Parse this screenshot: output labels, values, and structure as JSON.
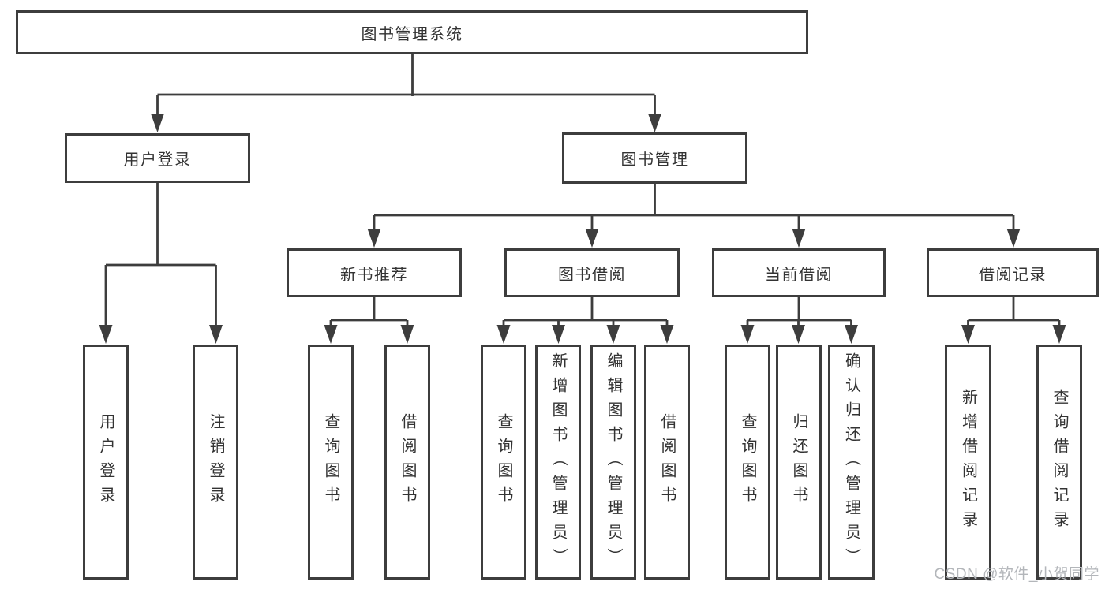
{
  "colors": {
    "line": "#3d3d3d",
    "box-border": "#3d3d3d",
    "text": "#333333",
    "background": "#ffffff",
    "watermark": "#b3b6ba"
  },
  "tree": {
    "root": {
      "label": "图书管理系统"
    },
    "branches": [
      {
        "label": "用户登录",
        "leaves": [
          "用户登录",
          "注销登录"
        ]
      },
      {
        "label": "图书管理",
        "sections": [
          {
            "label": "新书推荐",
            "leaves": [
              "查询图书",
              "借阅图书"
            ]
          },
          {
            "label": "图书借阅",
            "leaves": [
              "查询图书",
              "新增图书（管理员）",
              "编辑图书（管理员）",
              "借阅图书"
            ]
          },
          {
            "label": "当前借阅",
            "leaves": [
              "查询图书",
              "归还图书",
              "确认归还（管理员）"
            ]
          },
          {
            "label": "借阅记录",
            "leaves": [
              "新增借阅记录",
              "查询借阅记录"
            ]
          }
        ]
      }
    ]
  },
  "watermark": {
    "text": "CSDN @软件_小贺同学"
  }
}
